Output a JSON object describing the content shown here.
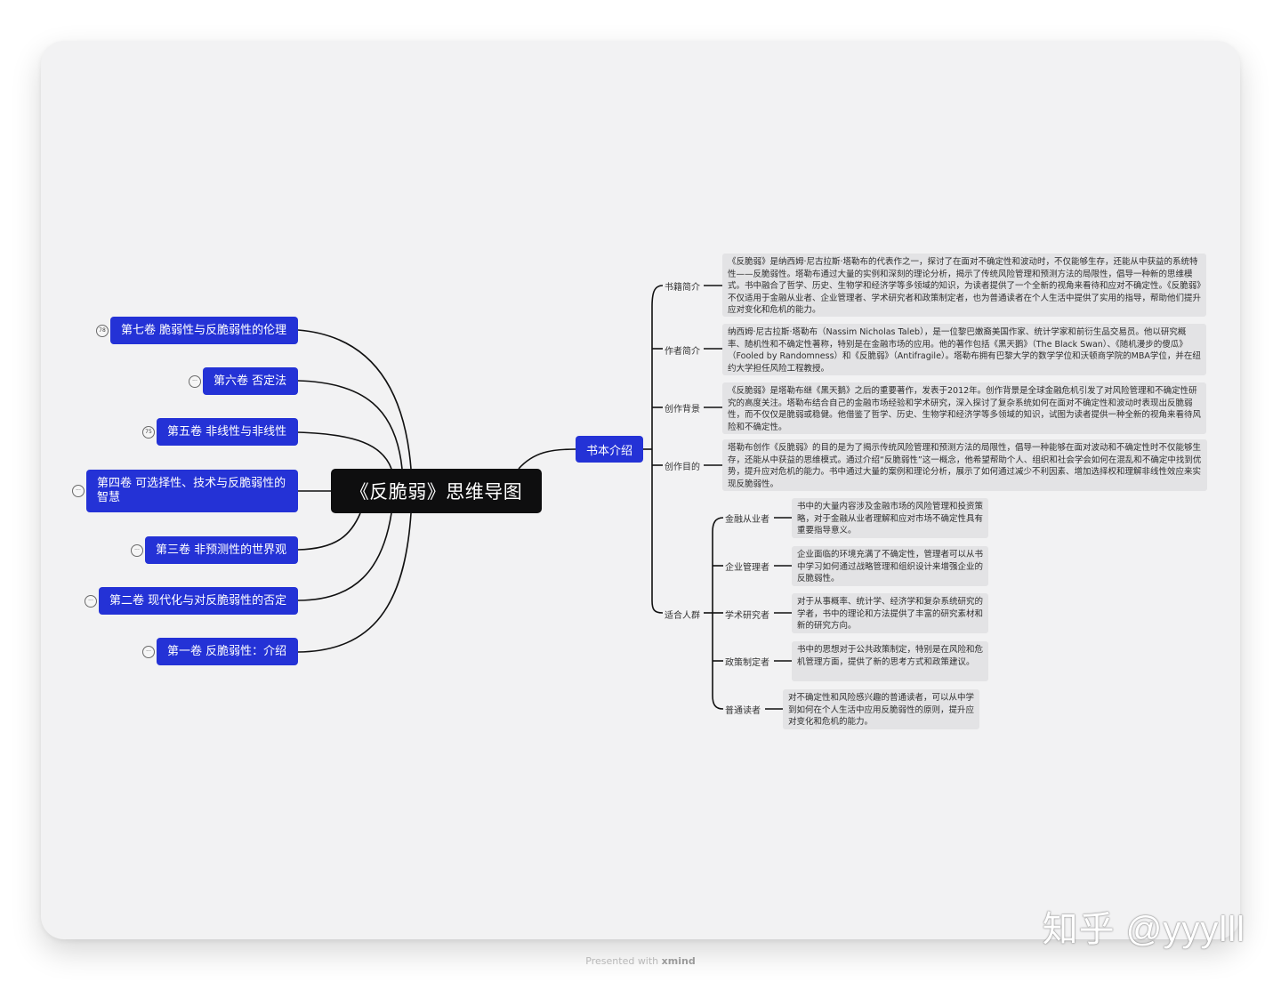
{
  "root": {
    "title": "《反脆弱》思维导图"
  },
  "chapters": [
    {
      "label": "第七卷 脆弱性与反脆弱性的伦理",
      "badge": "78"
    },
    {
      "label": "第六卷 否定法",
      "badge": "···"
    },
    {
      "label": "第五卷 非线性与非线性",
      "badge": "75"
    },
    {
      "label": "第四卷 可选择性、技术与反脆弱性的智慧",
      "badge": "···"
    },
    {
      "label": "第三卷 非预测性的世界观",
      "badge": "···"
    },
    {
      "label": "第二卷 现代化与对反脆弱性的否定",
      "badge": "···"
    },
    {
      "label": "第一卷 反脆弱性：介绍",
      "badge": "···"
    }
  ],
  "intro": {
    "label": "书本介绍",
    "sections": [
      {
        "label": "书籍简介",
        "text": "《反脆弱》是纳西姆·尼古拉斯·塔勒布的代表作之一，探讨了在面对不确定性和波动时，不仅能够生存，还能从中获益的系统特性——反脆弱性。塔勒布通过大量的实例和深刻的理论分析，揭示了传统风险管理和预测方法的局限性，倡导一种新的思维模式。书中融合了哲学、历史、生物学和经济学等多领域的知识，为读者提供了一个全新的视角来看待和应对不确定性。《反脆弱》不仅适用于金融从业者、企业管理者、学术研究者和政策制定者，也为普通读者在个人生活中提供了实用的指导，帮助他们提升应对变化和危机的能力。"
      },
      {
        "label": "作者简介",
        "text": "纳西姆·尼古拉斯·塔勒布（Nassim Nicholas Taleb），是一位黎巴嫩裔美国作家、统计学家和前衍生品交易员。他以研究概率、随机性和不确定性著称，特别是在金融市场的应用。他的著作包括《黑天鹅》（The Black Swan）、《随机漫步的傻瓜》（Fooled by Randomness）和《反脆弱》（Antifragile）。塔勒布拥有巴黎大学的数学学位和沃顿商学院的MBA学位，并在纽约大学担任风险工程教授。"
      },
      {
        "label": "创作背景",
        "text": "《反脆弱》是塔勒布继《黑天鹅》之后的重要著作，发表于2012年。创作背景是全球金融危机引发了对风险管理和不确定性研究的高度关注。塔勒布结合自己的金融市场经验和学术研究，深入探讨了复杂系统如何在面对不确定性和波动时表现出反脆弱性，而不仅仅是脆弱或稳健。他借鉴了哲学、历史、生物学和经济学等多领域的知识，试图为读者提供一种全新的视角来看待风险和不确定性。"
      },
      {
        "label": "创作目的",
        "text": "塔勒布创作《反脆弱》的目的是为了揭示传统风险管理和预测方法的局限性，倡导一种能够在面对波动和不确定性时不仅能够生存，还能从中获益的思维模式。通过介绍“反脆弱性”这一概念，他希望帮助个人、组织和社会学会如何在混乱和不确定中找到优势，提升应对危机的能力。书中通过大量的案例和理论分析，展示了如何通过减少不利因素、增加选择权和理解非线性效应来实现反脆弱性。"
      }
    ],
    "audience": {
      "label": "适合人群",
      "items": [
        {
          "label": "金融从业者",
          "text": "书中的大量内容涉及金融市场的风险管理和投资策略，对于金融从业者理解和应对市场不确定性具有重要指导意义。"
        },
        {
          "label": "企业管理者",
          "text": "企业面临的环境充满了不确定性，管理者可以从书中学习如何通过战略管理和组织设计来增强企业的反脆弱性。"
        },
        {
          "label": "学术研究者",
          "text": "对于从事概率、统计学、经济学和复杂系统研究的学者，书中的理论和方法提供了丰富的研究素材和新的研究方向。"
        },
        {
          "label": "政策制定者",
          "text": "书中的思想对于公共政策制定，特别是在风险和危机管理方面，提供了新的思考方式和政策建议。"
        },
        {
          "label": "普通读者",
          "text": "对不确定性和风险感兴趣的普通读者，可以从中学到如何在个人生活中应用反脆弱性的原则，提升应对变化和危机的能力。"
        }
      ]
    }
  },
  "watermark": "知乎 @yyylll",
  "footer": {
    "prefix": "Presented with ",
    "brand": "xmind"
  },
  "colors": {
    "branch": "#2432d6",
    "root": "#0e0e0f",
    "canvas": "#f2f2f3"
  }
}
